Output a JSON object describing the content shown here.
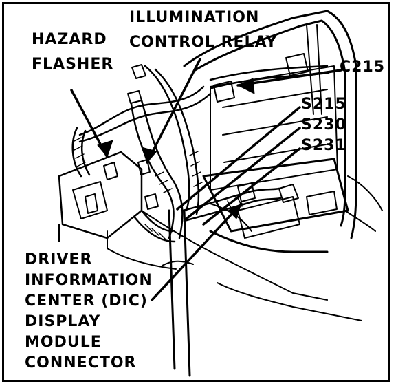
{
  "figure": {
    "colors": {
      "ink": "#000000",
      "paper": "#ffffff"
    }
  },
  "labels": {
    "hazard_flasher": [
      "HAZARD",
      "FLASHER"
    ],
    "illumination_relay": [
      "ILLUMINATION",
      "CONTROL RELAY"
    ],
    "c215": "C215",
    "s215": "S215",
    "s230": "S230",
    "s231": "S231",
    "dic_connector": [
      "DRIVER",
      "INFORMATION",
      "CENTER (DIC)",
      "DISPLAY",
      "MODULE",
      "CONNECTOR"
    ]
  }
}
